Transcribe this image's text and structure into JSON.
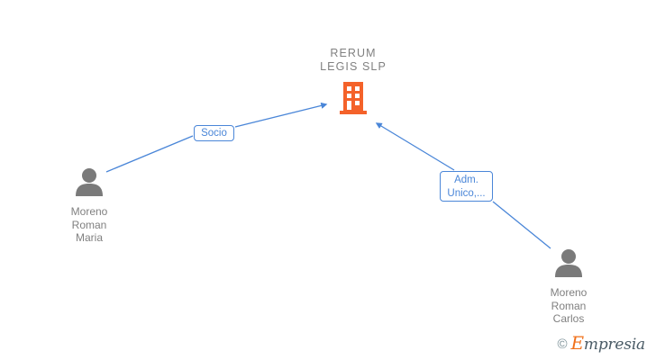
{
  "diagram": {
    "type": "org-relationship-graph",
    "background_color": "#ffffff",
    "company": {
      "name": "RERUM\nLEGIS SLP",
      "icon": "building-icon",
      "icon_color": "#f4622a",
      "text_color": "#808080"
    },
    "persons": [
      {
        "id": "person-left",
        "name": "Moreno\nRoman\nMaria",
        "icon": "person-icon",
        "icon_color": "#7a7a7a",
        "text_color": "#808080"
      },
      {
        "id": "person-right",
        "name": "Moreno\nRoman\nCarlos",
        "icon": "person-icon",
        "icon_color": "#7a7a7a",
        "text_color": "#808080"
      }
    ],
    "relations": [
      {
        "id": "rel-socio",
        "label": "Socio",
        "from": "person-left",
        "to": "company",
        "color": "#4a86d8"
      },
      {
        "id": "rel-adm",
        "label": "Adm.\nUnico,...",
        "from": "person-right",
        "to": "company",
        "color": "#4a86d8"
      }
    ],
    "edge_color": "#4a86d8"
  },
  "watermark": {
    "copyright": "©",
    "brand_initial": "E",
    "brand_rest": "mpresia",
    "accent_color": "#f0701a",
    "text_color": "#4a5b66"
  }
}
